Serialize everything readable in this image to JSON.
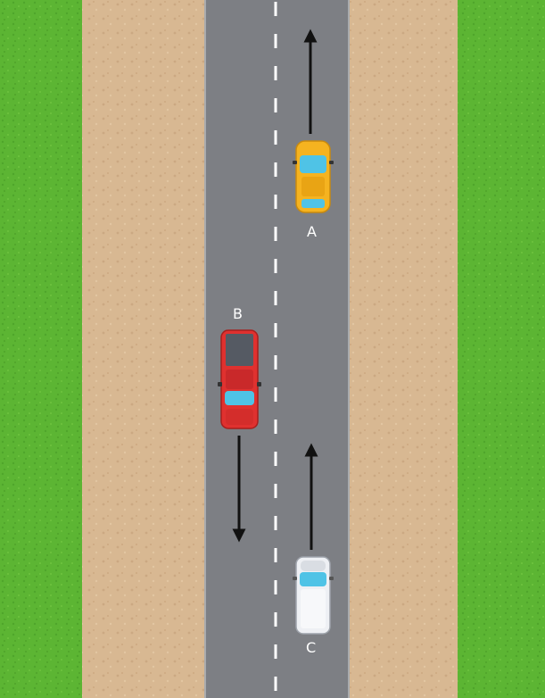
{
  "colors": {
    "grass": "#5cb533",
    "dirt": "#d8b892",
    "road": "#7d7f84",
    "lane_marking": "#ffffff",
    "arrow": "#111111",
    "car_a": "#f5b320",
    "car_b": "#e0312f",
    "car_c": "#eef0f4",
    "windshield": "#4fc3e6"
  },
  "vehicles": [
    {
      "id": "A",
      "label": "A",
      "type": "hatchback",
      "direction": "up",
      "lane": "right"
    },
    {
      "id": "B",
      "label": "B",
      "type": "pickup-truck",
      "direction": "down",
      "lane": "left"
    },
    {
      "id": "C",
      "label": "C",
      "type": "van",
      "direction": "up",
      "lane": "right"
    }
  ],
  "icons": {
    "arrow_up": "arrow-up-icon",
    "arrow_down": "arrow-down-icon"
  }
}
